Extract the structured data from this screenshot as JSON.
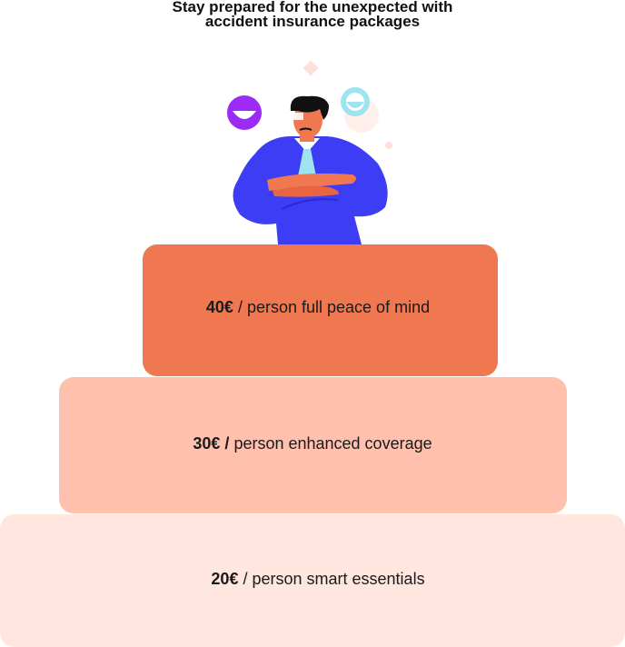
{
  "header": {
    "title_line1": "Stay prepared for the unexpected with",
    "title_line2": "accident insurance packages"
  },
  "illustration": {
    "icon": "man-with-crossed-arms-icon",
    "colors": {
      "suit": "#3d3df5",
      "skin": "#f07851",
      "tie": "#9ee3ef",
      "hair": "#111111",
      "emoji_purple": "#9b2bf5",
      "emoji_cyan": "#9ee3ef"
    }
  },
  "tiers": [
    {
      "price": "40€",
      "separator": " / ",
      "description": "person full peace of mind",
      "color": "#f07851"
    },
    {
      "price": "30€ /",
      "separator": " ",
      "description": "person enhanced coverage",
      "color": "#ffc0ad"
    },
    {
      "price": "20€",
      "separator": " / ",
      "description": "person smart essentials",
      "color": "#ffe6df"
    }
  ]
}
